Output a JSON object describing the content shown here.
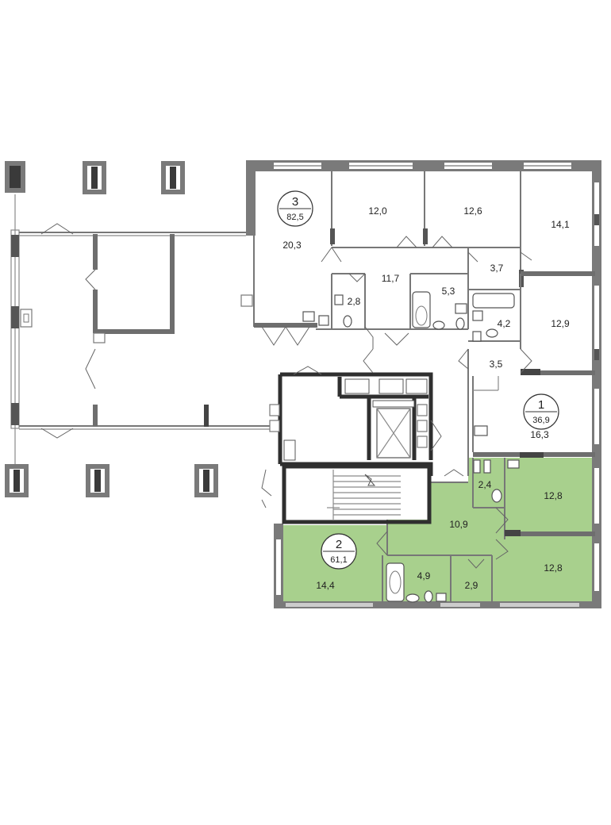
{
  "colors": {
    "highlight_fill": "#a8d08d",
    "wall": "#6b6b6b",
    "core_wall": "#2f2f2f"
  },
  "apartments": [
    {
      "number": "3",
      "total_area": "82,5"
    },
    {
      "number": "1",
      "total_area": "36,9"
    },
    {
      "number": "2",
      "total_area": "61,1",
      "highlighted": true
    }
  ],
  "rooms": {
    "apt3": [
      "20,3",
      "12,0",
      "12,6",
      "14,1",
      "11,7",
      "3,7",
      "2,8",
      "5,3",
      "4,2",
      "12,9",
      "3,5"
    ],
    "apt1": [
      "16,3"
    ],
    "apt2": [
      "2,4",
      "12,8",
      "10,9",
      "12,8",
      "4,9",
      "2,9",
      "14,4"
    ]
  }
}
